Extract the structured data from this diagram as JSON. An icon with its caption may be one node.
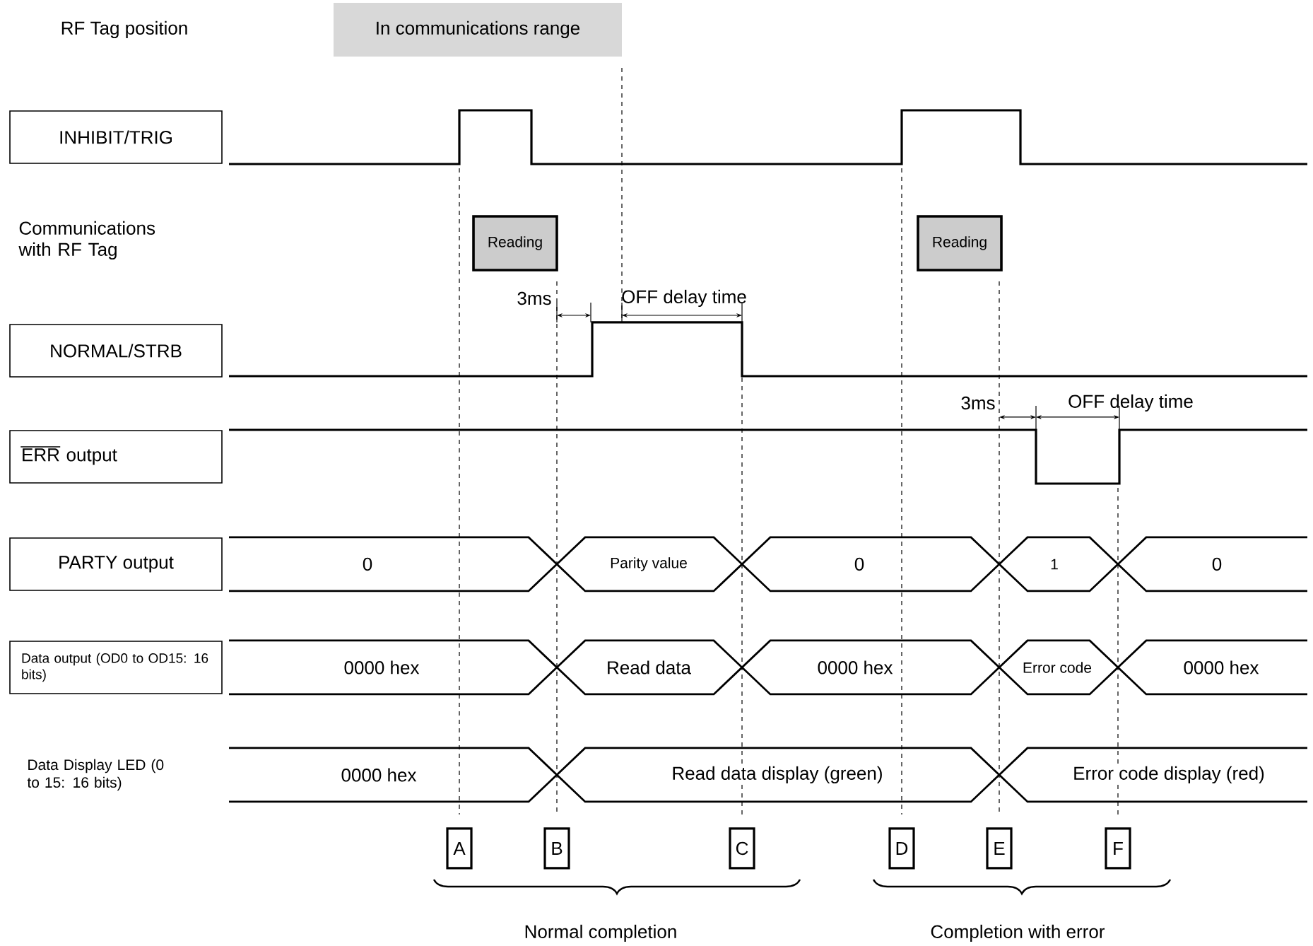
{
  "diagram": {
    "nodes": [
      {
        "text": [
          "In communications range"
        ]
      },
      {
        "text": [
          "INHIBIT/TRIG"
        ]
      },
      {
        "text": [
          "Reading"
        ]
      },
      {
        "text": [
          "Reading"
        ]
      },
      {
        "text": [
          "NORMAL/STRB"
        ]
      },
      {
        "text": [
          "ERR output"
        ]
      },
      {
        "text": [
          "PARTY output"
        ]
      },
      {
        "text": [
          "Data output (OD0 to OD15: 16 bits)"
        ]
      },
      {
        "text": [
          "A"
        ]
      },
      {
        "text": [
          "B"
        ]
      },
      {
        "text": [
          "C"
        ]
      },
      {
        "text": [
          "D"
        ]
      },
      {
        "text": [
          "E"
        ]
      },
      {
        "text": [
          "F"
        ]
      }
    ],
    "labels": [
      "RF Tag position",
      "Communications with RF Tag",
      "3ms",
      "OFF delay time",
      "3ms",
      "OFF delay time",
      "0",
      "Parity value",
      "0",
      "1",
      "0",
      "Data Display LED (0 to 15: 16 bits)",
      "0000 hex",
      "Read data",
      "0000 hex",
      "Error code",
      "0000 hex",
      "0000 hex",
      "Read data display (green)",
      "Error code display (red)",
      "Normal completion",
      "Completion with error"
    ]
  }
}
